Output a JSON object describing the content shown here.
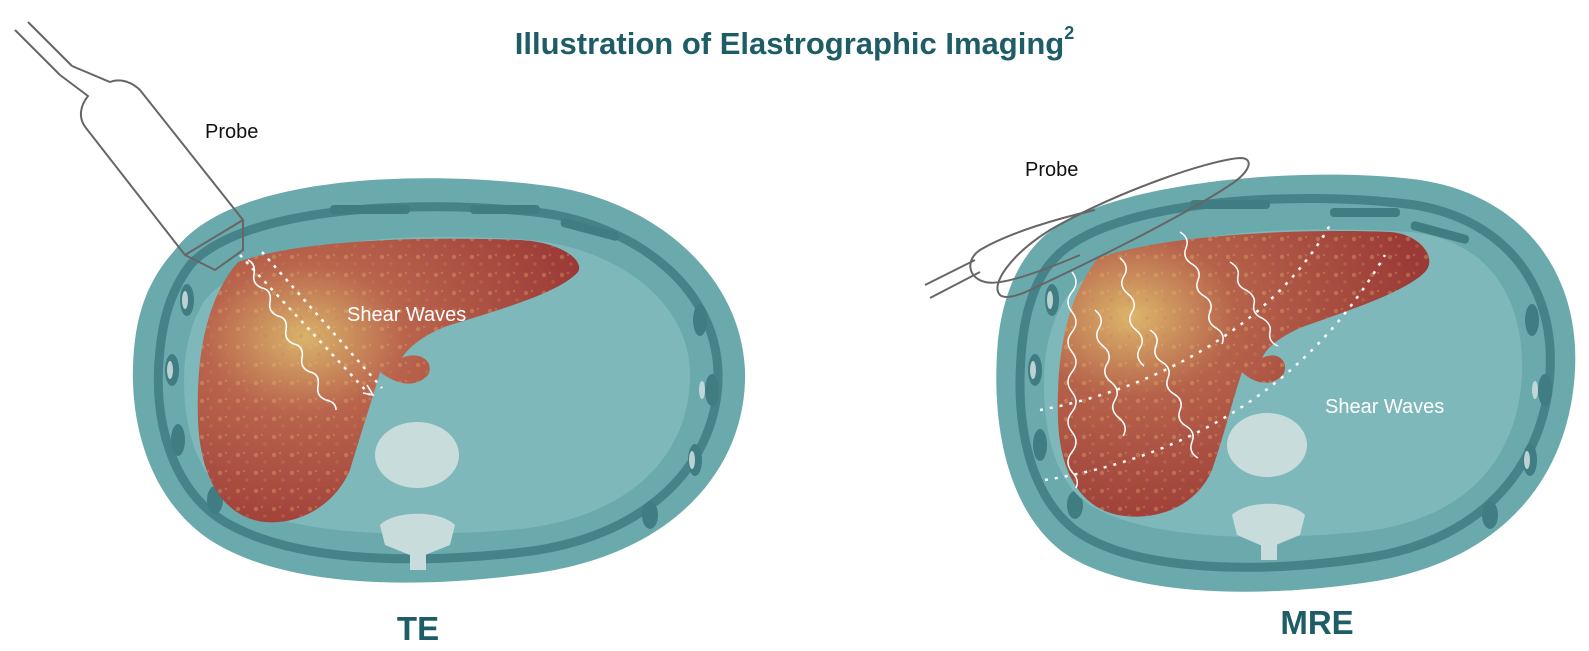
{
  "title": {
    "text": "Illustration of Elastrographic Imaging",
    "superscript": "2"
  },
  "panels": [
    {
      "caption": "TE",
      "probe_label": "Probe",
      "wave_label": "Shear Waves"
    },
    {
      "caption": "MRE",
      "probe_label": "Probe",
      "wave_label": "Shear Waves"
    }
  ],
  "colors": {
    "title": "#1f5d66",
    "body_outer": "#6aa9ac",
    "body_dark": "#3f7d82",
    "organ_cavity": "#7fb8ba",
    "liver": "#a8423c",
    "liver_highlight": "#d9b36a",
    "vertebra": "#c9dcdc",
    "probe_stroke": "#666666",
    "wave_white": "#ffffff"
  },
  "icons": [
    "probe-icon",
    "liver-icon",
    "vertebra-icon",
    "shear-wave-icon"
  ]
}
